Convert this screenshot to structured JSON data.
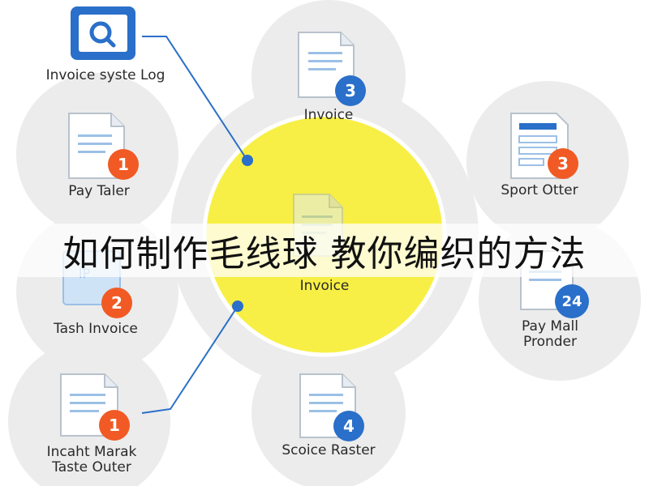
{
  "colors": {
    "blob": "#ececec",
    "center": "#f7ef45",
    "connector": "#2a6fc9",
    "badge_orange": "#f15a24",
    "badge_blue": "#2a6fc9"
  },
  "top_left": {
    "label": "Invoice syste Log",
    "icon": "magnifier-app-icon"
  },
  "center": {
    "label": "Invoice",
    "icon": "document-icon"
  },
  "nodes": [
    {
      "label": "Invoice",
      "badge": "3"
    },
    {
      "label": "Pay Taler",
      "badge": "1"
    },
    {
      "label": "Sport Otter",
      "badge": "3"
    },
    {
      "label": "Tash Invoice",
      "badge": "2",
      "icon_text": "IP"
    },
    {
      "label_lines": [
        "Pay Mall",
        "Pronder"
      ],
      "badge": "24"
    },
    {
      "label_lines": [
        "Incaht Marak",
        "Taste Outer"
      ],
      "badge": "1"
    },
    {
      "label": "Scoice Raster",
      "badge": "4"
    }
  ],
  "overlay_title": "如何制作毛线球 教你编织的方法"
}
